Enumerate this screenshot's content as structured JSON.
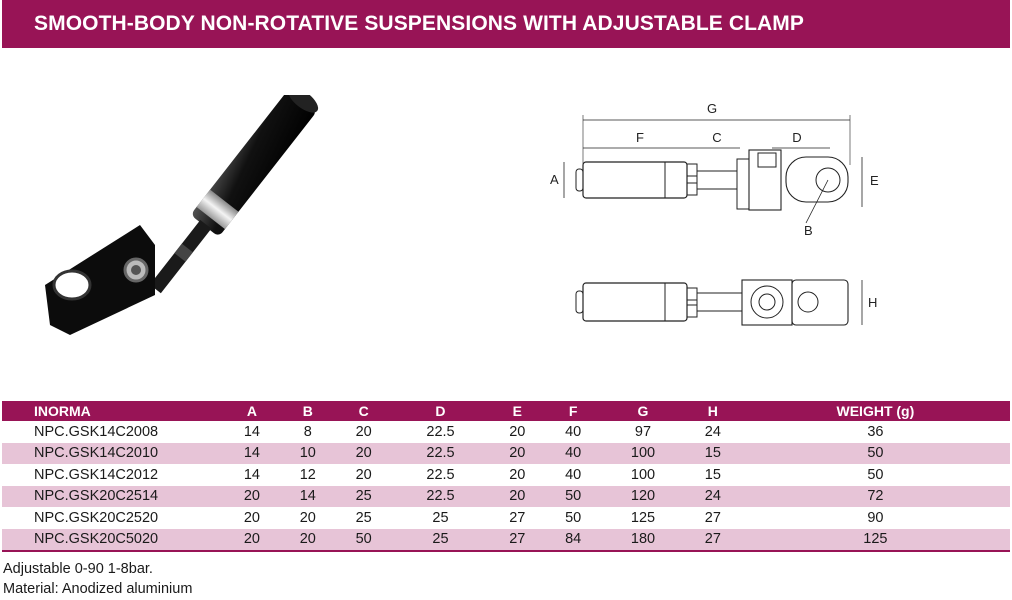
{
  "title": "SMOOTH-BODY NON-ROTATIVE SUSPENSIONS WITH ADJUSTABLE CLAMP",
  "colors": {
    "brand": "#981456",
    "row_alt": "#e7c4d7",
    "text": "#1a1a1a"
  },
  "drawing_labels": {
    "g": "G",
    "f": "F",
    "c": "C",
    "d": "D",
    "a": "A",
    "e": "E",
    "b": "B",
    "h": "H"
  },
  "table": {
    "headers": [
      "INORMA",
      "A",
      "B",
      "C",
      "D",
      "E",
      "F",
      "G",
      "H",
      "WEIGHT (g)"
    ],
    "rows": [
      [
        "NPC.GSK14C2008",
        "14",
        "8",
        "20",
        "22.5",
        "20",
        "40",
        "97",
        "24",
        "36"
      ],
      [
        "NPC.GSK14C2010",
        "14",
        "10",
        "20",
        "22.5",
        "20",
        "40",
        "100",
        "15",
        "50"
      ],
      [
        "NPC.GSK14C2012",
        "14",
        "12",
        "20",
        "22.5",
        "20",
        "40",
        "100",
        "15",
        "50"
      ],
      [
        "NPC.GSK20C2514",
        "20",
        "14",
        "25",
        "22.5",
        "20",
        "50",
        "120",
        "24",
        "72"
      ],
      [
        "NPC.GSK20C2520",
        "20",
        "20",
        "25",
        "25",
        "27",
        "50",
        "125",
        "27",
        "90"
      ],
      [
        "NPC.GSK20C5020",
        "20",
        "20",
        "50",
        "25",
        "27",
        "84",
        "180",
        "27",
        "125"
      ]
    ]
  },
  "notes": [
    "Adjustable 0-90 1-8bar.",
    "Material: Anodized aluminium"
  ]
}
